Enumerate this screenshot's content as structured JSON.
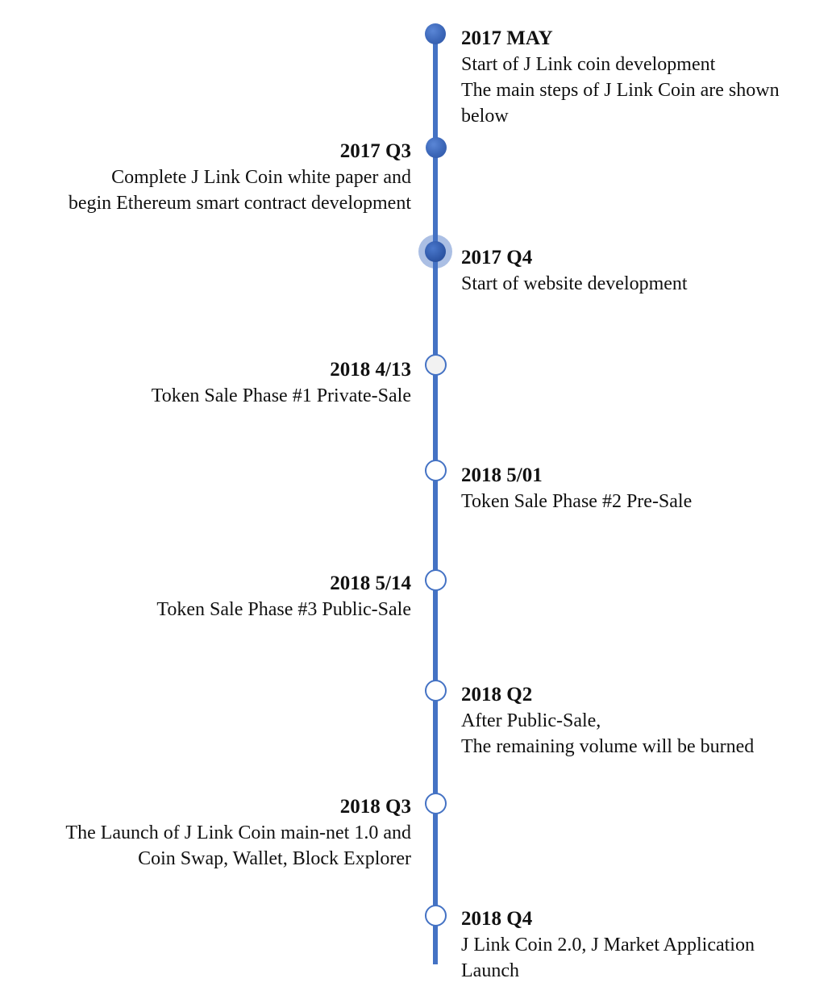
{
  "milestones": [
    {
      "date": "2017 MAY",
      "lines": [
        "Start of J Link coin development",
        "The main steps of J Link Coin are shown",
        "below"
      ]
    },
    {
      "date": "2017 Q3",
      "lines": [
        "Complete J Link Coin white paper and",
        "begin Ethereum smart contract development"
      ]
    },
    {
      "date": "2017 Q4",
      "lines": [
        "Start of website development"
      ]
    },
    {
      "date": "2018 4/13",
      "lines": [
        "Token Sale Phase #1 Private-Sale"
      ]
    },
    {
      "date": "2018 5/01",
      "lines": [
        "Token Sale Phase #2 Pre-Sale"
      ]
    },
    {
      "date": "2018 5/14",
      "lines": [
        "Token Sale Phase #3 Public-Sale"
      ]
    },
    {
      "date": "2018 Q2",
      "lines": [
        "After Public-Sale,",
        "The remaining volume will be burned"
      ]
    },
    {
      "date": "2018 Q3",
      "lines": [
        "The Launch of J Link Coin main-net 1.0 and",
        "Coin Swap, Wallet, Block Explorer"
      ]
    },
    {
      "date": "2018 Q4",
      "lines": [
        "J Link Coin 2.0, J Market Application",
        "Launch"
      ]
    }
  ],
  "colors": {
    "axis": "#4472c4",
    "completed_node": "#3c67b8",
    "upcoming_node_border": "#4472c4",
    "upcoming_node_fill": "#ffffff"
  }
}
